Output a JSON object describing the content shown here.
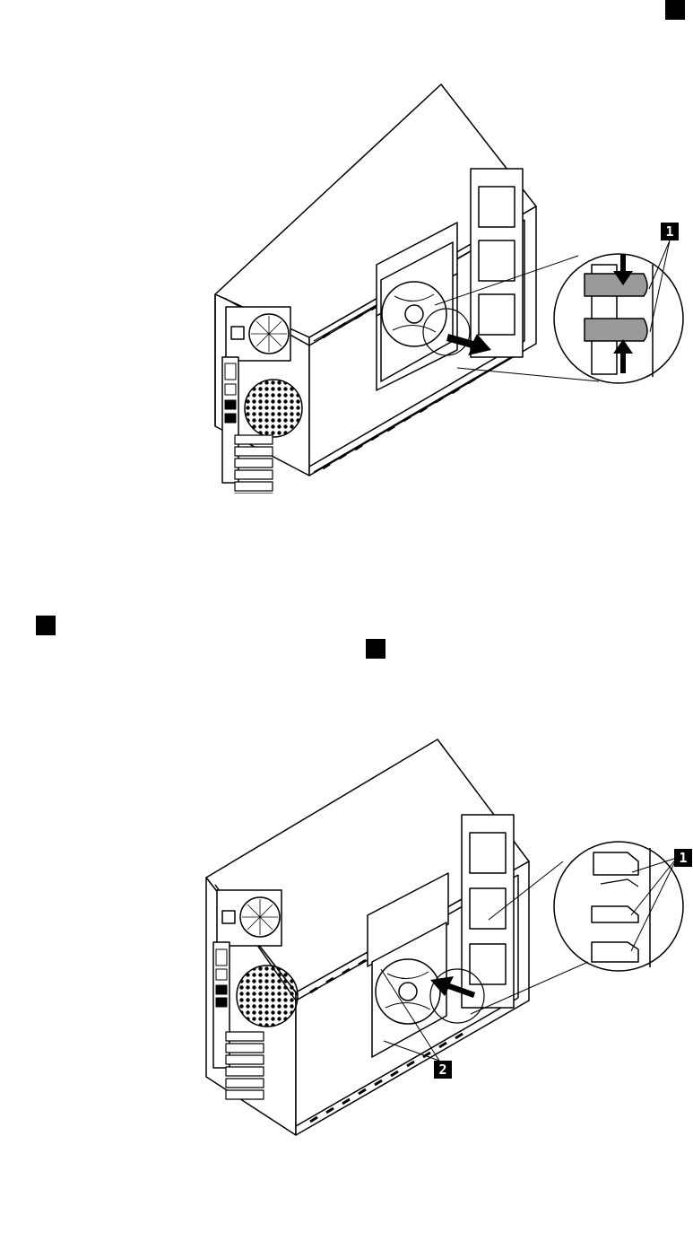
{
  "figure1": {
    "callouts": [
      {
        "label": "1"
      }
    ]
  },
  "figure2": {
    "callouts": [
      {
        "label": "1"
      },
      {
        "label": "2"
      }
    ]
  },
  "colors": {
    "ink": "#000000",
    "paper": "#ffffff",
    "latch_gray": "#9a9a9a"
  }
}
